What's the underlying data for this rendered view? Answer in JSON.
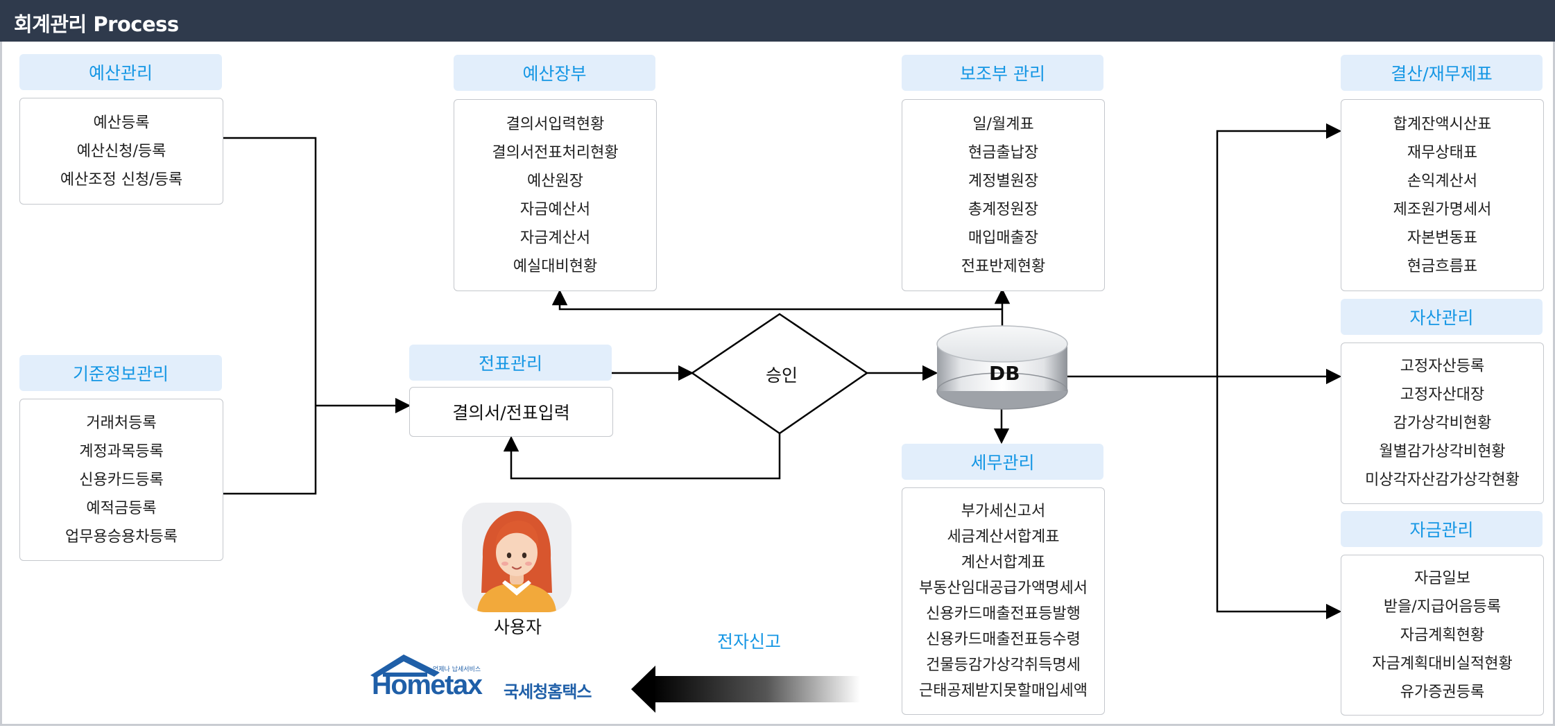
{
  "title": "회계관리 Process",
  "budget_mgmt": {
    "header": "예산관리",
    "items": [
      "예산등록",
      "예산신청/등록",
      "예산조정 신청/등록"
    ]
  },
  "master_mgmt": {
    "header": "기준정보관리",
    "items": [
      "거래처등록",
      "계정과목등록",
      "신용카드등록",
      "예적금등록",
      "업무용승용차등록"
    ]
  },
  "budget_ledger": {
    "header": "예산장부",
    "items": [
      "결의서입력현황",
      "결의서전표처리현황",
      "예산원장",
      "자금예산서",
      "자금계산서",
      "예실대비현황"
    ]
  },
  "voucher_mgmt": {
    "header": "전표관리",
    "item": "결의서/전표입력"
  },
  "approval": "승인",
  "db": "DB",
  "sub_ledger": {
    "header": "보조부 관리",
    "items": [
      "일/월계표",
      "현금출납장",
      "계정별원장",
      "총계정원장",
      "매입매출장",
      "전표반제현황"
    ]
  },
  "tax_mgmt": {
    "header": "세무관리",
    "items": [
      "부가세신고서",
      "세금계산서합계표",
      "계산서합계표",
      "부동산임대공급가액명세서",
      "신용카드매출전표등발행",
      "신용카드매출전표등수령",
      "건물등감가상각취득명세",
      "근태공제받지못할매입세액"
    ]
  },
  "closing": {
    "header": "결산/재무제표",
    "items": [
      "합계잔액시산표",
      "재무상태표",
      "손익계산서",
      "제조원가명세서",
      "자본변동표",
      "현금흐름표"
    ]
  },
  "asset_mgmt": {
    "header": "자산관리",
    "items": [
      "고정자산등록",
      "고정자산대장",
      "감가상각비현황",
      "월별감가상각비현황",
      "미상각자산감가상각현황"
    ]
  },
  "fund_mgmt": {
    "header": "자금관리",
    "items": [
      "자금일보",
      "받을/지급어음등록",
      "자금계획현황",
      "자금계획대비실적현황",
      "유가증권등록"
    ]
  },
  "user_label": "사용자",
  "efiling_label": "전자신고",
  "hometax": {
    "small_text": "언제나 납세서비스",
    "brand": "Hometax",
    "korean": "국세청홈택스"
  },
  "colors": {
    "title_bg": "#2f3a4c",
    "header_bg": "#e2eefb",
    "header_text": "#1496e4",
    "hometax_blue": "#1f5fa8"
  }
}
